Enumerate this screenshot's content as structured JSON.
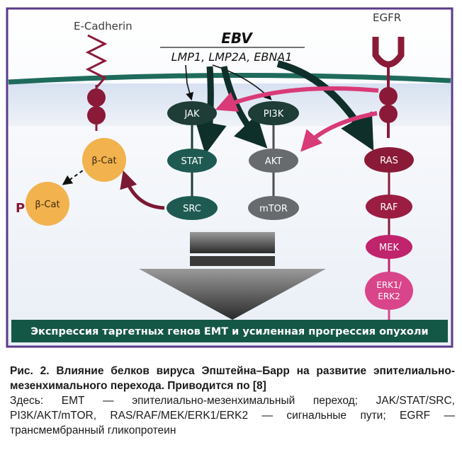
{
  "figure": {
    "ebv_title": "EBV",
    "ebv_proteins": "LMP1, LMP2A, EBNA1",
    "ecadherin_label": "E-Cadherin",
    "egfr_label": "EGFR",
    "nodes": {
      "jak": "JAK",
      "pi3k": "PI3K",
      "stat": "STAT",
      "akt": "AKT",
      "src": "SRC",
      "mtor": "mTOR",
      "ras": "RAS",
      "raf": "RAF",
      "mek": "MEK",
      "erk_line1": "ERK1/",
      "erk_line2": "ERK2",
      "bcat1": "β-Cat",
      "bcat2": "β-Cat",
      "p_label": "P"
    },
    "banner": "Экспрессия таргетных генов ЕМТ и усиленная прогрессия опухоли",
    "colors": {
      "frame": "#5a3a86",
      "membrane": "#1f6b5c",
      "cytoplasm": "#dde6f3",
      "dark_node": "#1d3d36",
      "grey_node": "#676b6e",
      "teal_node": "#1e5a52",
      "ras_red": "#8a1a37",
      "mek_magenta": "#c0246d",
      "erk_pink": "#d9458a",
      "beta_cat": "#f2b24e",
      "banner": "#155747",
      "arrow_magenta": "#d93a78"
    }
  },
  "caption": {
    "title": "Рис. 2. Влияние белков вируса Эпштейна–Барр на развитие эпителиально-мезенхимального перехода. Приводится по [8]",
    "note": "Здесь: ЕМТ — эпителиально-мезенхимальный переход; JAK/STAT/SRC, PI3K/AKT/mTOR, RAS/RAF/MEK/ERK1/ERK2 — сигнальные пути; EGRF — трансмембранный гликопротеин"
  }
}
